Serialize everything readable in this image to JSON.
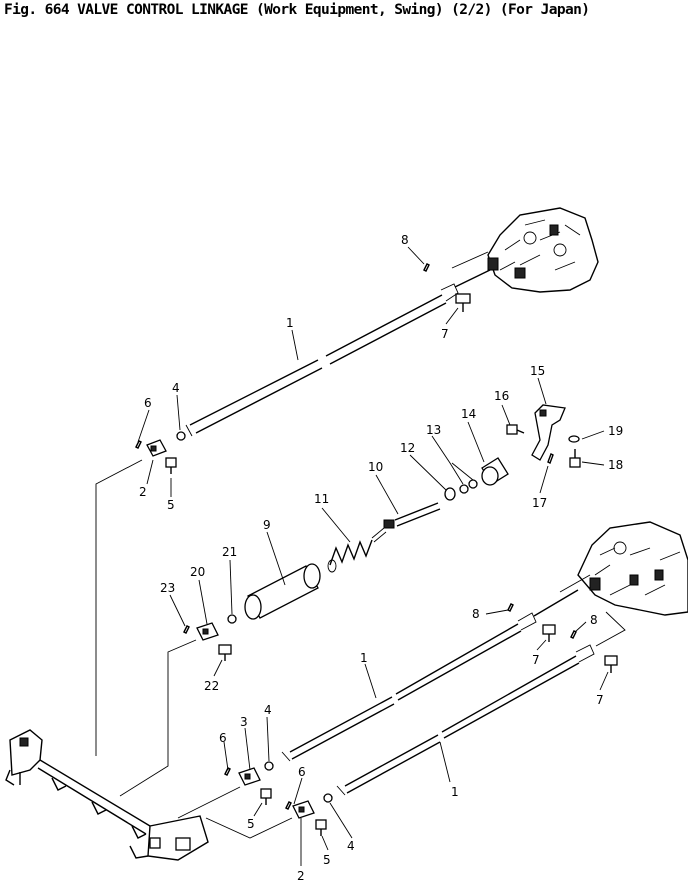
{
  "title": "Fig. 664  VALVE CONTROL LINKAGE (Work Equipment, Swing) (2/2) (For Japan)",
  "callouts": {
    "c1a": "1",
    "c8a": "8",
    "c7a": "7",
    "c4a": "4",
    "c6a": "6",
    "c2a": "2",
    "c5a": "5",
    "c15": "15",
    "c16": "16",
    "c14": "14",
    "c13": "13",
    "c12": "12",
    "c19": "19",
    "c18": "18",
    "c17": "17",
    "c10": "10",
    "c11": "11",
    "c9": "9",
    "c21": "21",
    "c20": "20",
    "c23": "23",
    "c22": "22",
    "c8b": "8",
    "c8c": "8",
    "c7b": "7",
    "c7c": "7",
    "c1b": "1",
    "c3": "3",
    "c4b": "4",
    "c6b": "6",
    "c5b": "5",
    "c1c": "1",
    "c6c": "6",
    "c4c": "4",
    "c5c": "5",
    "c2b": "2"
  }
}
